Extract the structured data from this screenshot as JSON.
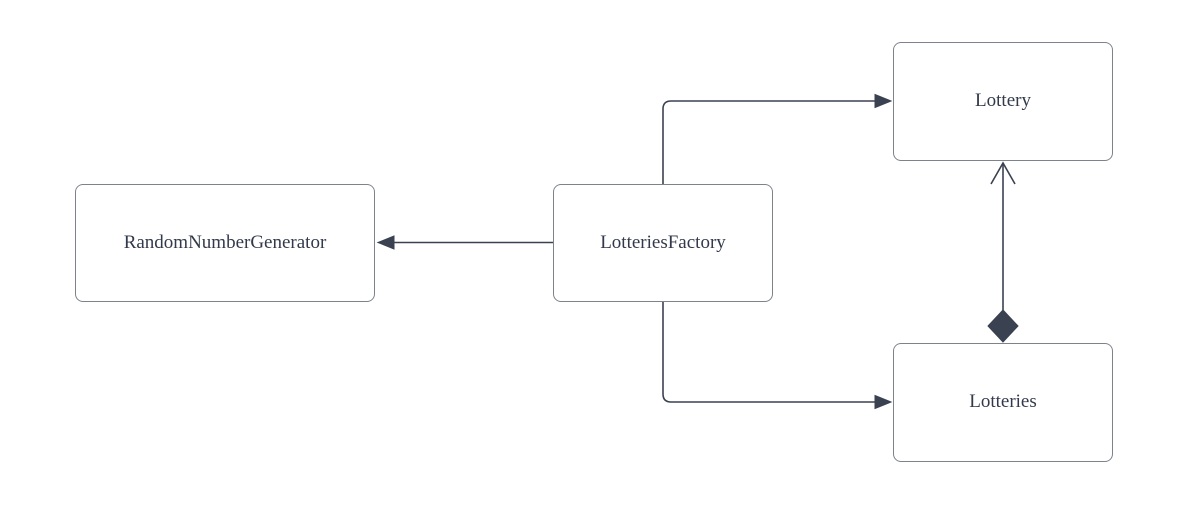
{
  "diagram": {
    "nodes": [
      {
        "id": "random-number-generator",
        "label": "RandomNumberGenerator"
      },
      {
        "id": "lotteries-factory",
        "label": "LotteriesFactory"
      },
      {
        "id": "lottery",
        "label": "Lottery"
      },
      {
        "id": "lotteries",
        "label": "Lotteries"
      }
    ],
    "edges": [
      {
        "from": "LotteriesFactory",
        "to": "RandomNumberGenerator",
        "type": "directed-arrow"
      },
      {
        "from": "LotteriesFactory",
        "to": "Lottery",
        "type": "directed-arrow"
      },
      {
        "from": "LotteriesFactory",
        "to": "Lotteries",
        "type": "directed-arrow"
      },
      {
        "from": "Lotteries",
        "to": "Lottery",
        "type": "composition-diamond-open-arrow"
      }
    ],
    "colors": {
      "box_border": "#7d838b",
      "box_fill": "#ffffff",
      "line": "#3a4150",
      "text": "#32394b"
    }
  }
}
